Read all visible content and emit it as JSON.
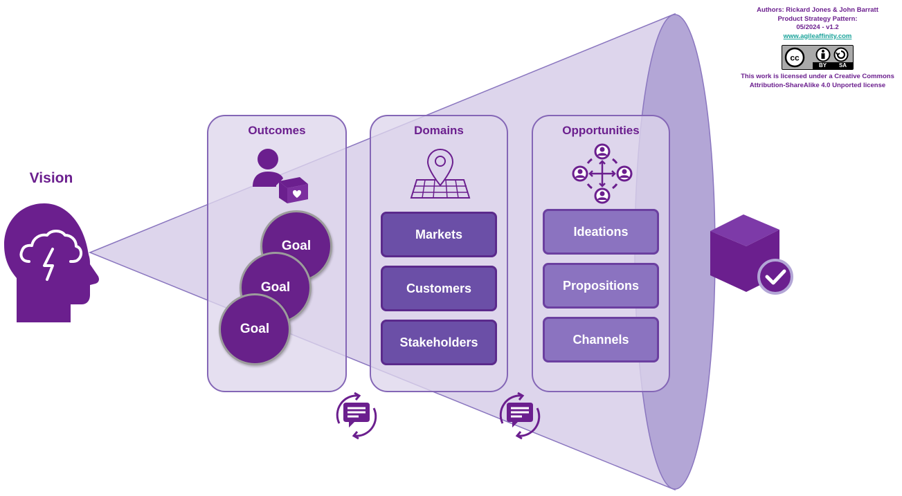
{
  "vision": {
    "title": "Vision",
    "icon": "head-storm-cloud-icon"
  },
  "outcomes": {
    "title": "Outcomes",
    "icon": "person-heart-box-icon",
    "goals": [
      "Goal",
      "Goal",
      "Goal"
    ]
  },
  "domains": {
    "title": "Domains",
    "icon": "map-pin-icon",
    "items": [
      "Markets",
      "Customers",
      "Stakeholders"
    ]
  },
  "opportunities": {
    "title": "Opportunities",
    "icon": "people-network-icon",
    "items": [
      "Ideations",
      "Propositions",
      "Channels"
    ]
  },
  "feedback_icons": [
    "feedback-cycle-icon",
    "feedback-cycle-icon"
  ],
  "result": {
    "icon": "product-box-check-icon"
  },
  "credits": {
    "authors": "Authors: Rickard Jones & John Barratt",
    "pattern": "Product Strategy Pattern:",
    "version": "05/2024 - v1.2",
    "website": "www.agileaffinity.com",
    "badge_cc": "cc",
    "badge_by": "BY",
    "badge_sa": "SA",
    "license_line1": "This work is licensed under a Creative Commons",
    "license_line2": "Attribution-ShareAlike 4.0 Unported license"
  },
  "colors": {
    "brand_purple": "#6b1f8e",
    "cone_fill": "#ddd5ec",
    "cone_mouth": "#b3a6d6",
    "domain_item": "#6b4fa7",
    "opportunity_item": "#8b73c0"
  }
}
